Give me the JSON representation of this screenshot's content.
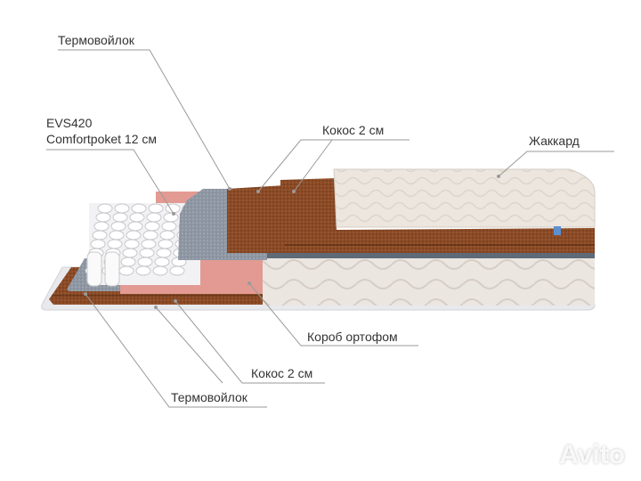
{
  "labels": {
    "top_felt": "Термовойлок",
    "springs_line1": "EVS420",
    "springs_line2": "Comfortpoket 12 см",
    "top_coconut": "Кокос 2 см",
    "jacquard": "Жаккард",
    "foam_box": "Короб ортофом",
    "bottom_coconut": "Кокос 2 см",
    "bottom_felt": "Термовойлок"
  },
  "watermark": "Avito",
  "colors": {
    "coconut": "#8a4a26",
    "felt": "#8e97a3",
    "foam": "#e29a92",
    "jacquard": "#ece6df",
    "leader": "#9a9a9a"
  }
}
